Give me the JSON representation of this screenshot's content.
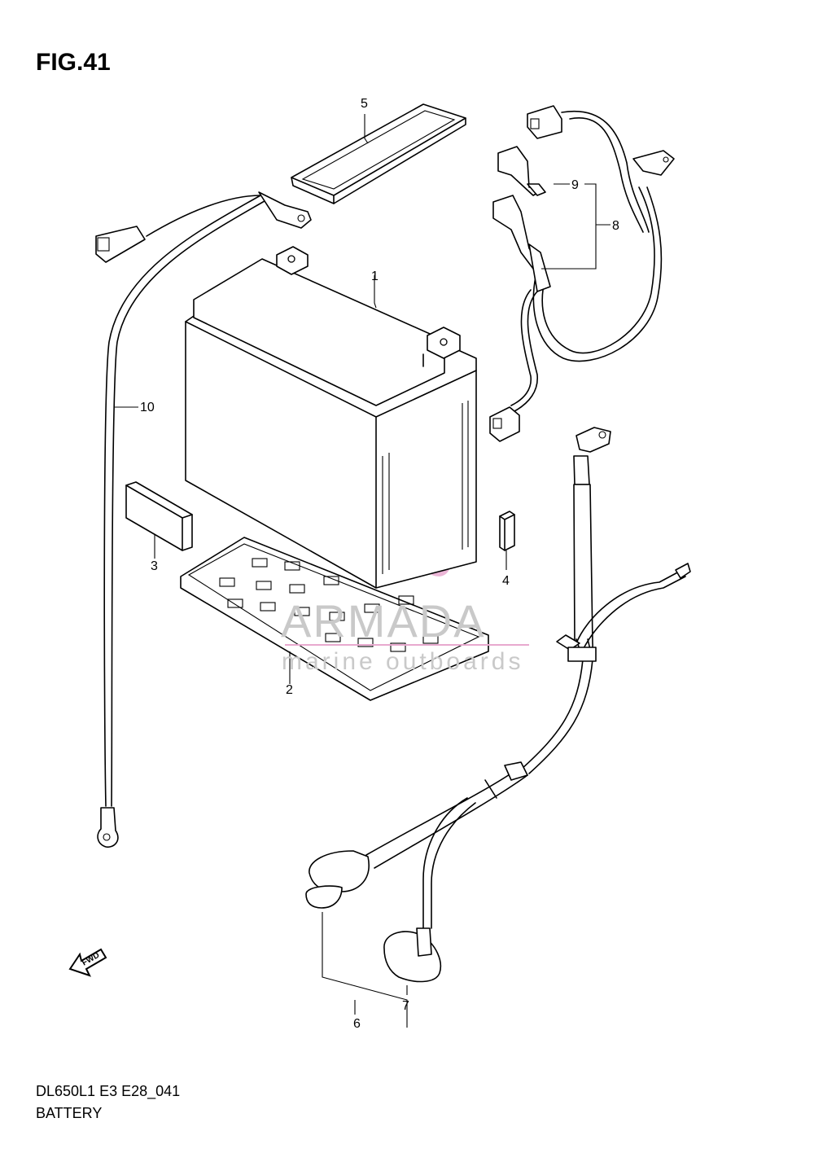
{
  "figure": {
    "title": "FIG.41"
  },
  "callouts": [
    {
      "id": "1",
      "label": "1"
    },
    {
      "id": "2",
      "label": "2"
    },
    {
      "id": "3",
      "label": "3"
    },
    {
      "id": "4",
      "label": "4"
    },
    {
      "id": "5",
      "label": "5"
    },
    {
      "id": "6",
      "label": "6"
    },
    {
      "id": "7",
      "label": "7"
    },
    {
      "id": "8",
      "label": "8"
    },
    {
      "id": "9",
      "label": "9"
    },
    {
      "id": "10",
      "label": "10"
    }
  ],
  "fwd_label": "FWD",
  "watermark": {
    "brand": "ARMADA",
    "tagline": "marine outboards",
    "logo_color": "#e8a9cf",
    "text_color": "#c9c9c9"
  },
  "footer": {
    "code": "DL650L1 E3 E28_041",
    "name": "BATTERY"
  }
}
